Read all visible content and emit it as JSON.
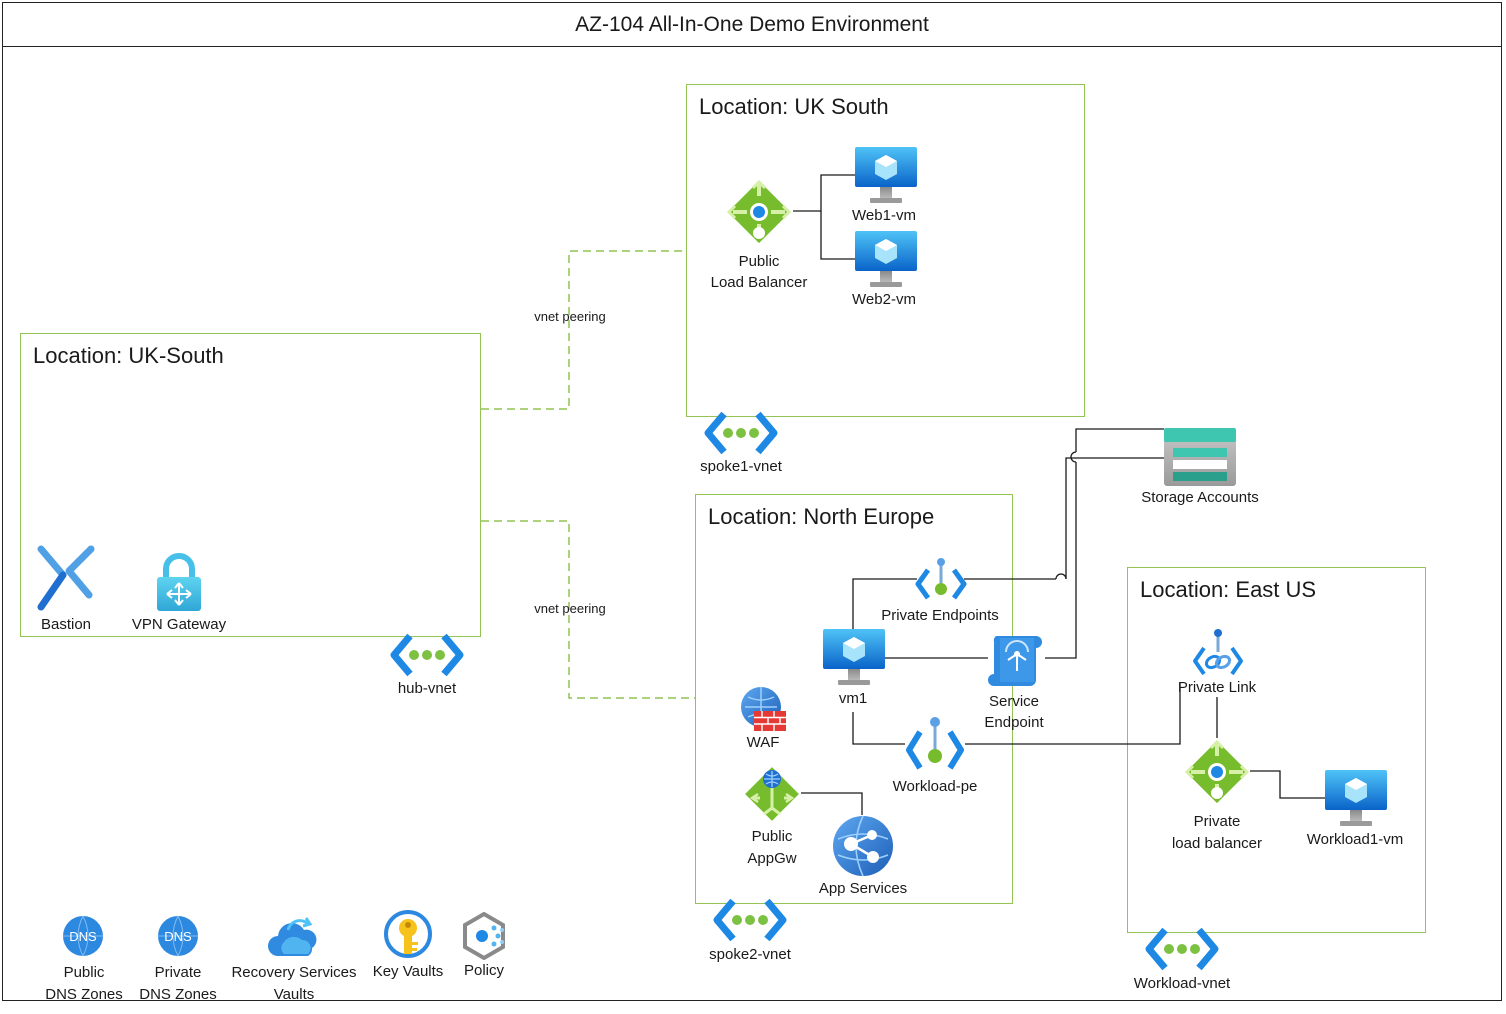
{
  "title": "AZ-104 All-In-One Demo Environment",
  "regions": {
    "hub": "Location: UK-South",
    "spoke1": "Location: UK South",
    "spoke2": "Location: North Europe",
    "workload": "Location: East US"
  },
  "peering": {
    "top": "vnet peering",
    "bottom": "vnet peering"
  },
  "vnets": {
    "hub": "hub-vnet",
    "spoke1": "spoke1-vnet",
    "spoke2": "spoke2-vnet",
    "workload": "Workload-vnet"
  },
  "hub": {
    "bastion": "Bastion",
    "vpn_gateway": "VPN Gateway"
  },
  "spoke1": {
    "lb_line1": "Public",
    "lb_line2": "Load Balancer",
    "web1": "Web1-vm",
    "web2": "Web2-vm"
  },
  "storage": "Storage Accounts",
  "spoke2": {
    "private_endpoints": "Private Endpoints",
    "vm1": "vm1",
    "service_endpoint_line1": "Service",
    "service_endpoint_line2": "Endpoint",
    "waf": "WAF",
    "workload_pe": "Workload-pe",
    "appgw_line1": "Public",
    "appgw_line2": "AppGw",
    "app_services": "App Services"
  },
  "eastus": {
    "private_link": "Private Link",
    "plb_line1": "Private",
    "plb_line2": "load balancer",
    "workload1": "Workload1-vm"
  },
  "legend": {
    "public_dns_line1": "Public",
    "public_dns_line2": "DNS Zones",
    "private_dns_line1": "Private",
    "private_dns_line2": "DNS Zones",
    "recovery_line1": "Recovery Services",
    "recovery_line2": "Vaults",
    "key_vaults": "Key Vaults",
    "policy": "Policy",
    "dns_badge": "DNS"
  },
  "colors": {
    "region_border": "#92c353",
    "peering_line": "#92c353",
    "azure_blue": "#0078d4",
    "azure_green": "#76bc2d"
  }
}
